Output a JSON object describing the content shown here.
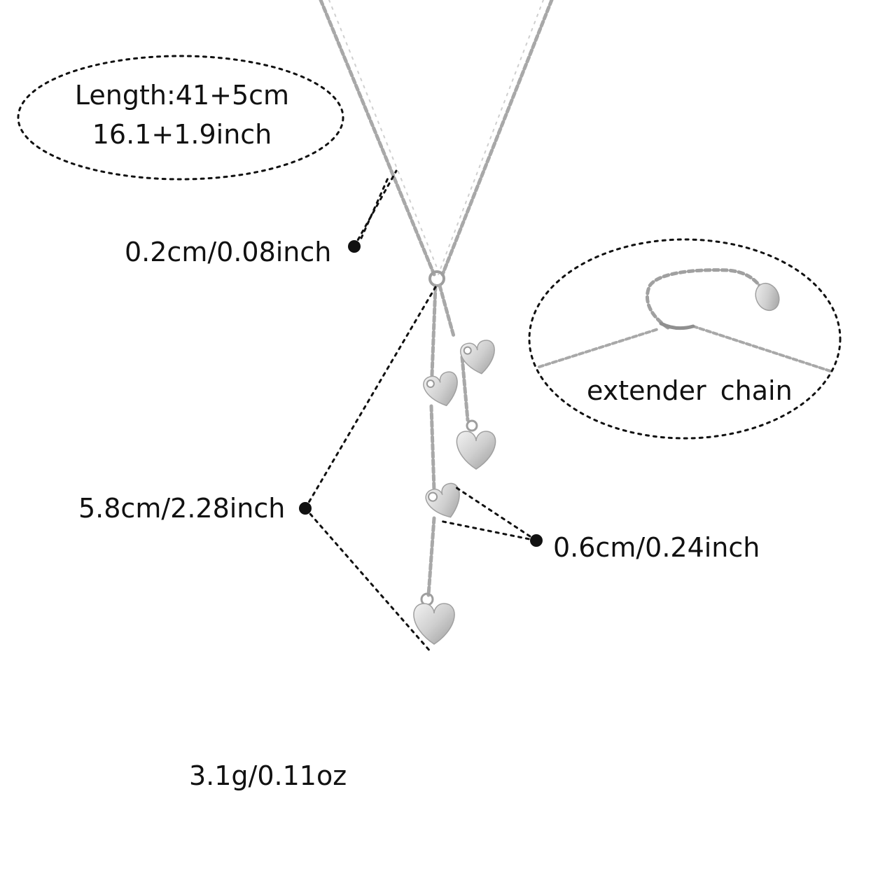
{
  "length_label": {
    "line1": "Length:41+5cm",
    "line2": "16.1+1.9inch"
  },
  "chain_thickness": "0.2cm/0.08inch",
  "pendant_drop": "5.8cm/2.28inch",
  "charm_size": "0.6cm/0.24inch",
  "extender_label": "extender  chain",
  "weight": "3.1g/0.11oz",
  "colors": {
    "background": "#ffffff",
    "metal": "#b9b9b9",
    "metal_dark": "#8f8f8f",
    "annotation": "#111111"
  }
}
